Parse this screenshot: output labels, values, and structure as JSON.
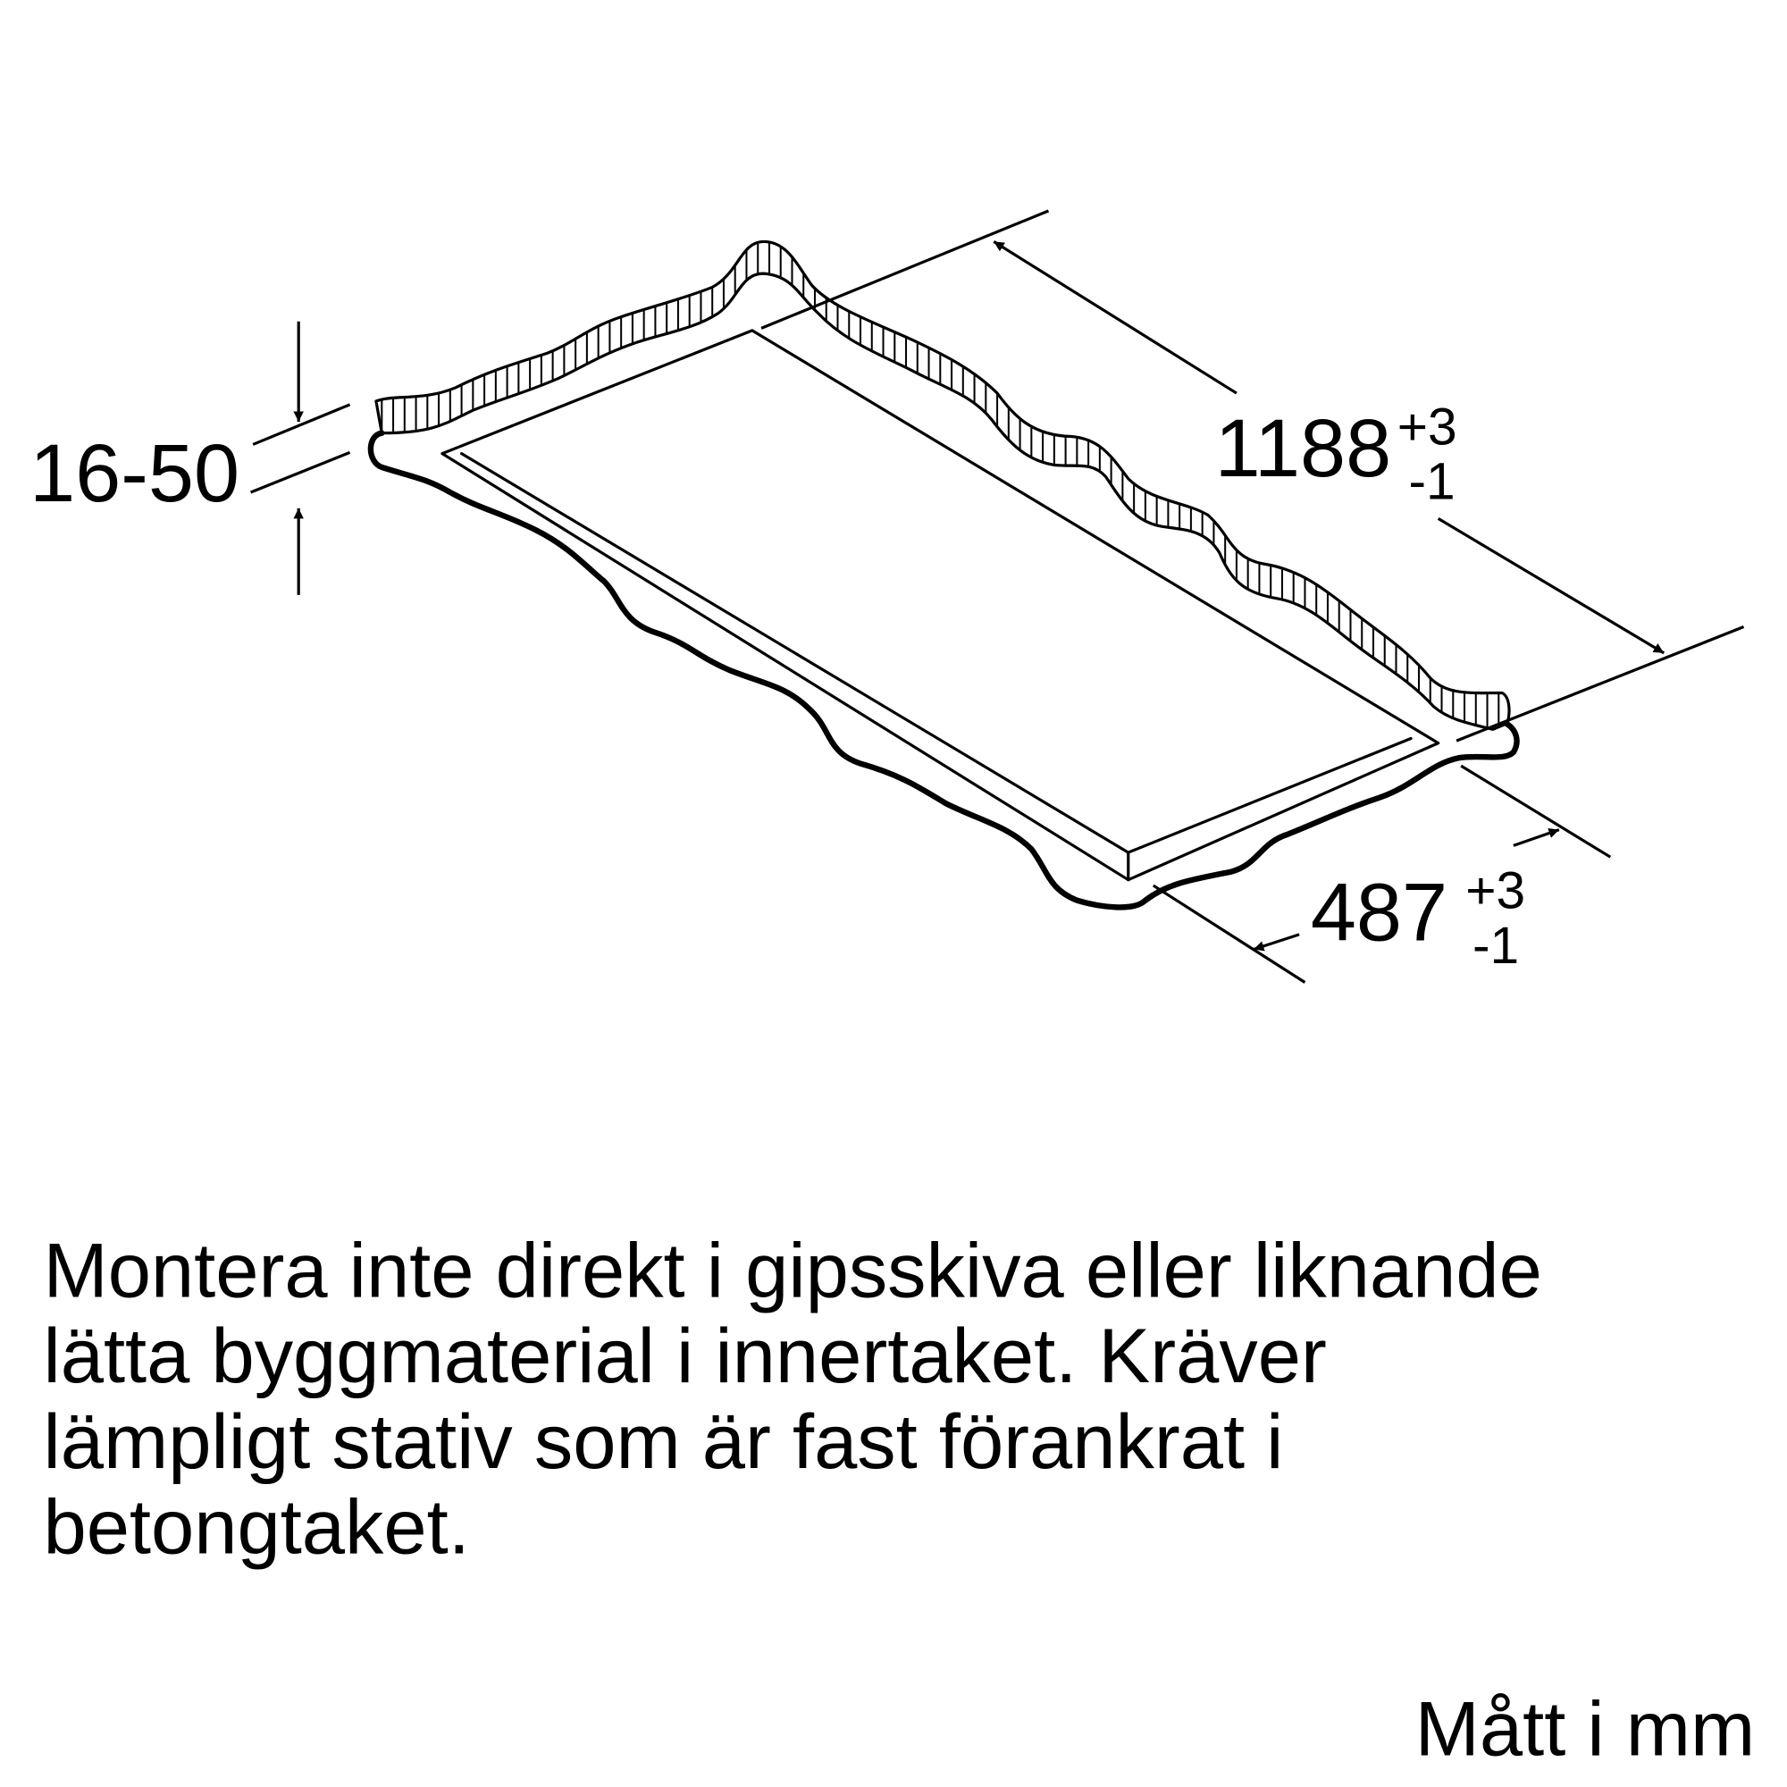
{
  "dimensions": {
    "thickness": "16-50",
    "length": {
      "value": "1188",
      "tol_plus": "+3",
      "tol_minus": "-1"
    },
    "width": {
      "value": "487",
      "tol_plus": "+3",
      "tol_minus": "-1"
    }
  },
  "note": {
    "lines": [
      "Montera inte direkt i gipsskiva eller liknande",
      "lätta byggmaterial i innertaket. Kräver",
      "lämpligt stativ som är fast förankrat i",
      "betongtaket."
    ]
  },
  "units_label": "Mått i mm",
  "colors": {
    "ink": "#000000",
    "background": "#ffffff"
  }
}
